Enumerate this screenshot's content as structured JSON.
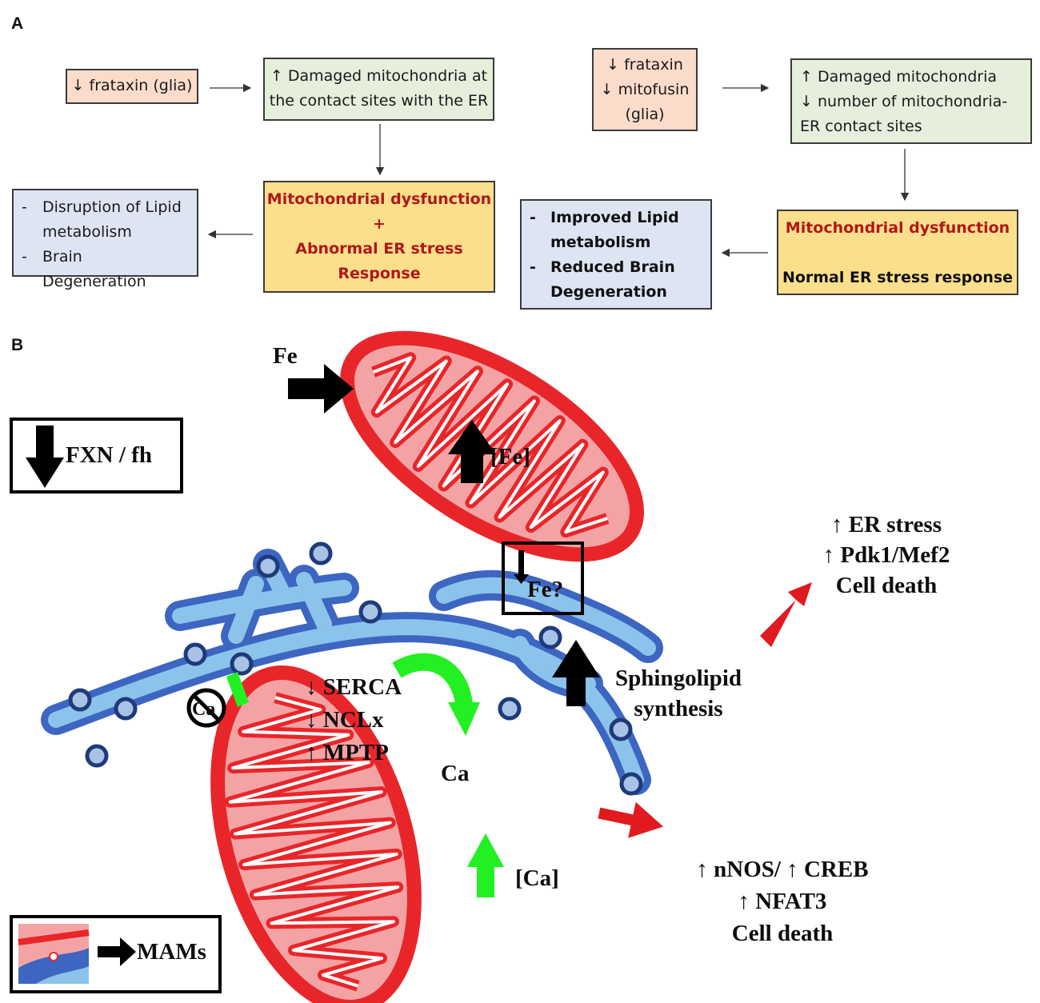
{
  "panel_a": {
    "label": "A",
    "left_flow": {
      "start": "↓ frataxin (glia)",
      "damaged": [
        "↑ Damaged mitochondria at",
        "the contact sites with the ER"
      ],
      "dysfunction": [
        "Mitochondrial dysfunction",
        "+",
        "Abnormal ER stress",
        "Response"
      ],
      "outcome": [
        "Disruption of Lipid",
        "metabolism",
        "Brain Degeneration"
      ]
    },
    "right_flow": {
      "start": [
        "↓ frataxin",
        "↓ mitofusin",
        "(glia)"
      ],
      "damaged": [
        "↑ Damaged mitochondria",
        "↓  number  of  mitochondria-",
        "ER contact sites"
      ],
      "dysfunction": [
        "Mitochondrial dysfunction",
        "Normal ER stress response"
      ],
      "outcome": [
        "Improved Lipid",
        "metabolism",
        "Reduced Brain",
        "Degeneration"
      ]
    }
  },
  "panel_b": {
    "label": "B",
    "fe_in": "Fe",
    "fxn_box": "FXN / fh",
    "fe_conc": "[Fe]",
    "fe_question": "Fe?",
    "er_stress": [
      "↑ ER stress",
      "↑ Pdk1/Mef2",
      "Cell death"
    ],
    "sphingolipid": [
      "Sphingolipid",
      "synthesis"
    ],
    "mito_markers": [
      "↓ SERCA",
      "↓ NCLx",
      "↑ MPTP"
    ],
    "ca_no": "Ca",
    "ca_flow": "Ca",
    "ca_conc": "[Ca]",
    "ca_outcome": [
      "↑ nNOS/ ↑ CREB",
      "↑ NFAT3",
      "Cell death"
    ],
    "legend": "MAMs"
  },
  "colors": {
    "pink_box": "#fbdccb",
    "green_box": "#e6efdc",
    "yellow_box": "#fcdf8c",
    "blue_box": "#dfe4f3",
    "mito_red": "#e8262a",
    "mito_fill": "#f4a3a5",
    "er_dark": "#3d66c2",
    "er_light": "#8cc3ea",
    "green_arrow": "#22f022",
    "red_arrow": "#e01a1f"
  }
}
